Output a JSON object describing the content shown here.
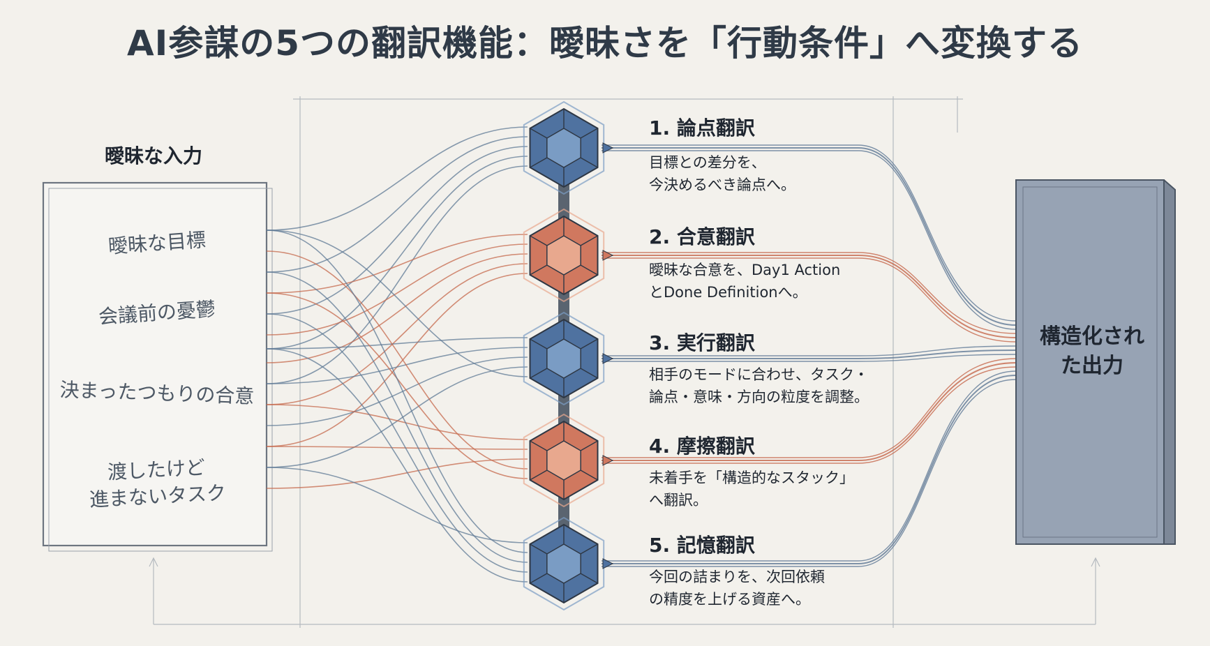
{
  "title": "AI参謀の5つの翻訳機能：曖昧さを「行動条件」へ変換する",
  "input": {
    "heading": "曖昧な入力",
    "items": [
      "曖昧な目標",
      "会議前の憂鬱",
      "決まったつもりの合意",
      "渡したけど\n進まないタスク"
    ]
  },
  "steps": [
    {
      "title": "1. 論点翻訳",
      "desc": "目標との差分を、\n今決めるべき論点へ。",
      "color": "blue"
    },
    {
      "title": "2. 合意翻訳",
      "desc": "曖昧な合意を、Day1 Action\nとDone Definitionへ。",
      "color": "orange"
    },
    {
      "title": "3. 実行翻訳",
      "desc": "相手のモードに合わせ、タスク・\n論点・意味・方向の粒度を調整。",
      "color": "blue"
    },
    {
      "title": "4. 摩擦翻訳",
      "desc": "未着手を「構造的なスタック」\nへ翻訳。",
      "color": "orange"
    },
    {
      "title": "5. 記憶翻訳",
      "desc": "今回の詰まりを、次回依頼\nの精度を上げる資産へ。",
      "color": "blue"
    }
  ],
  "output": {
    "label": "構造化され\nた出力"
  },
  "colors": {
    "blue_fill": "#4f72a0",
    "blue_light": "#7a9cc4",
    "orange_fill": "#d0785f",
    "orange_light": "#e8a88e",
    "line_blue": "#5f7996",
    "line_orange": "#c6684c",
    "ink": "#1f2630"
  }
}
